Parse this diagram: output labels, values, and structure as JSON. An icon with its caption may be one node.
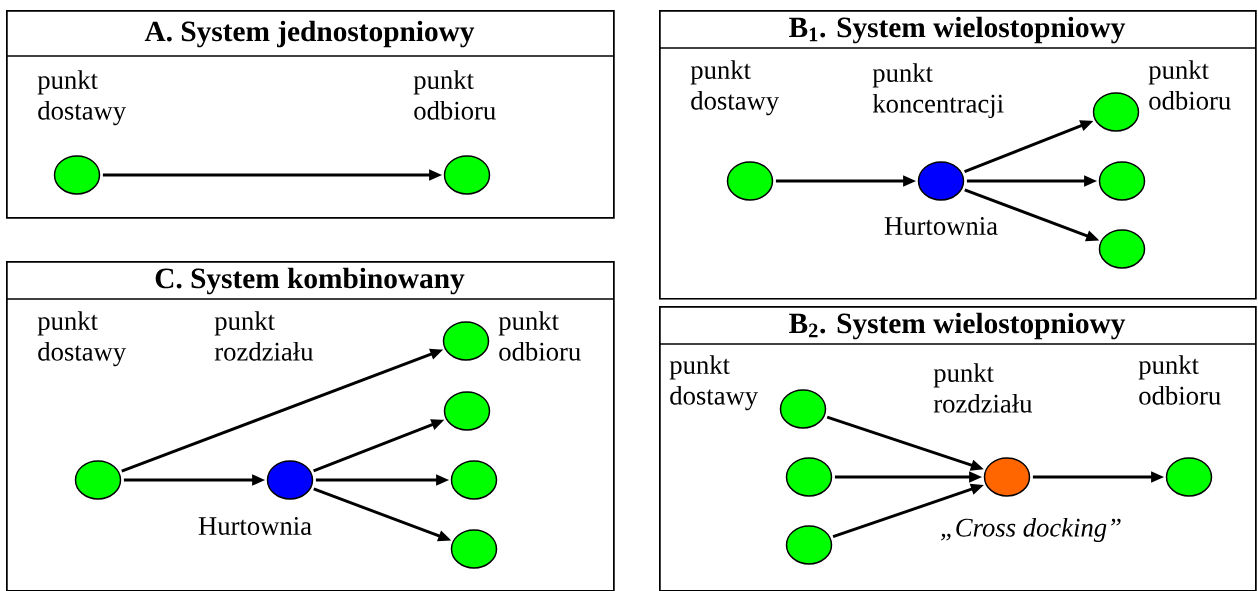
{
  "diagram": {
    "nodes": [
      {
        "text": [
          "A. System jednostopniowy"
        ]
      },
      {
        "text": [],
        "shape": "circle",
        "in": 0
      },
      {
        "text": [],
        "shape": "circle",
        "in": 0
      },
      {
        "text": [
          "B$_{1}$. System wielostopniowy"
        ]
      },
      {
        "text": [],
        "shape": "circle",
        "in": 3
      },
      {
        "text": [],
        "shape": "circle",
        "in": 3,
        "beside": [
          "Hurtownia"
        ]
      },
      {
        "text": [],
        "shape": "circle",
        "in": 3
      },
      {
        "text": [],
        "shape": "circle",
        "in": 3
      },
      {
        "text": [],
        "shape": "circle",
        "in": 3
      },
      {
        "text": [
          "C. System kombinowany"
        ]
      },
      {
        "text": [],
        "shape": "circle",
        "in": 9
      },
      {
        "text": [],
        "shape": "circle",
        "in": 9,
        "beside": [
          "Hurtownia"
        ]
      },
      {
        "text": [],
        "shape": "circle",
        "in": 9
      },
      {
        "text": [],
        "shape": "circle",
        "in": 9
      },
      {
        "text": [],
        "shape": "circle",
        "in": 9
      },
      {
        "text": [],
        "shape": "circle",
        "in": 9
      },
      {
        "text": [
          "B$_{2}$. System wielostopniowy"
        ]
      },
      {
        "text": [],
        "shape": "circle",
        "in": 16
      },
      {
        "text": [],
        "shape": "circle",
        "in": 16
      },
      {
        "text": [],
        "shape": "circle",
        "in": 16
      },
      {
        "text": [],
        "shape": "circle",
        "in": 16,
        "beside": [
          "„Cross docking”"
        ]
      },
      {
        "text": [],
        "shape": "circle",
        "in": 16
      }
    ],
    "edges": [
      {
        "from": 1,
        "to": 2,
        "arrow": "to"
      },
      {
        "from": 4,
        "to": 5,
        "arrow": "to"
      },
      {
        "from": 5,
        "to": 6,
        "arrow": "to"
      },
      {
        "from": 5,
        "to": 7,
        "arrow": "to"
      },
      {
        "from": 5,
        "to": 8,
        "arrow": "to"
      },
      {
        "from": 10,
        "to": 12,
        "arrow": "to"
      },
      {
        "from": 10,
        "to": 11,
        "arrow": "to"
      },
      {
        "from": 11,
        "to": 13,
        "arrow": "to"
      },
      {
        "from": 11,
        "to": 14,
        "arrow": "to"
      },
      {
        "from": 11,
        "to": 15,
        "arrow": "to"
      },
      {
        "from": 17,
        "to": 20,
        "arrow": "to"
      },
      {
        "from": 18,
        "to": 20,
        "arrow": "to"
      },
      {
        "from": 19,
        "to": 20,
        "arrow": "to"
      },
      {
        "from": 20,
        "to": 21,
        "arrow": "to"
      }
    ],
    "labels": [
      "punkt dostawy",
      "punkt odbioru",
      "punkt dostawy",
      "punkt koncentracji",
      "punkt odbioru",
      "punkt dostawy",
      "punkt rozdziału",
      "punkt odbioru",
      "punkt dostawy",
      "punkt rozdziału",
      "punkt odbioru"
    ]
  }
}
